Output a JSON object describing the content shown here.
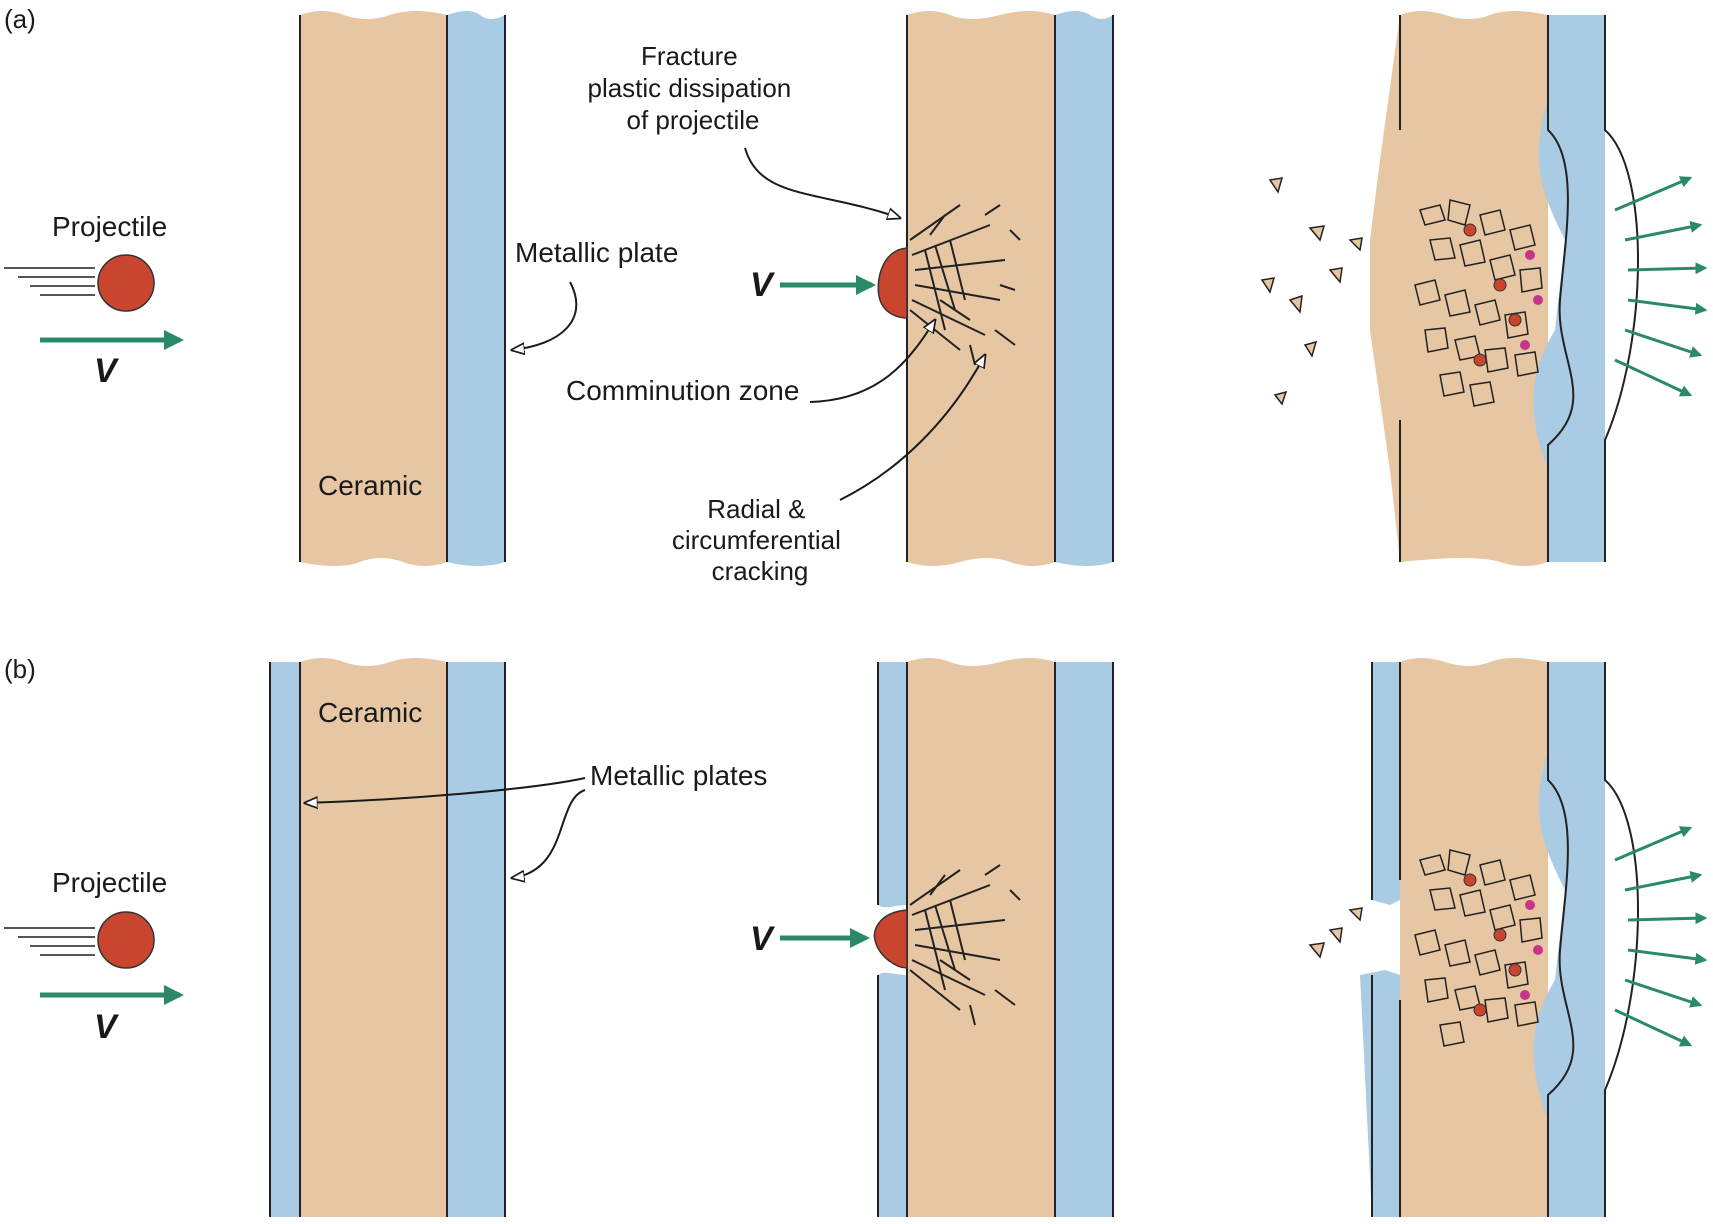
{
  "panels": {
    "a": {
      "tag": "(a)",
      "projectile_label": "Projectile",
      "velocity_label": "V",
      "metal_label": "Metallic plate",
      "ceramic_label": "Ceramic",
      "fracture_label": [
        "Fracture",
        "plastic dissipation",
        "of projectile"
      ],
      "comminution_label": "Comminution zone",
      "cracking_label": [
        "Radial &",
        "circumferential",
        "cracking"
      ]
    },
    "b": {
      "tag": "(b)",
      "projectile_label": "Projectile",
      "velocity_label": "V",
      "ceramic_label": "Ceramic",
      "metal_label": "Metallic plates"
    }
  },
  "colors": {
    "ceramic": "#e6c6a3",
    "metal": "#a9cbe4",
    "projectile": "#c9452f",
    "velocity_arrow": "#2a8a66",
    "debris_dot": "#c7358a",
    "outline": "#222222"
  }
}
